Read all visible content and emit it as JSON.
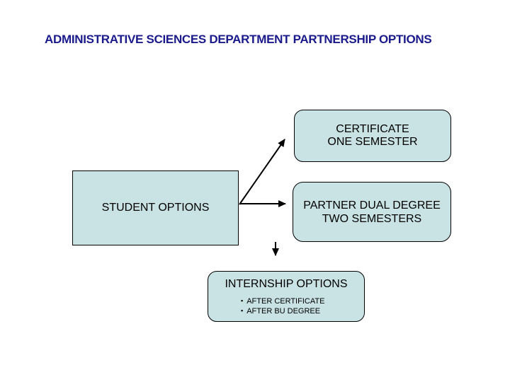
{
  "page": {
    "title": "ADMINISTRATIVE SCIENCES DEPARTMENT PARTNERSHIP OPTIONS"
  },
  "colors": {
    "title_text": "#1a1a8c",
    "box_fill": "#c9e2e4",
    "box_border": "#000000",
    "arrow": "#000000",
    "background": "#ffffff"
  },
  "diagram": {
    "student_options": {
      "label": "STUDENT OPTIONS"
    },
    "certificate": {
      "lines": [
        "CERTIFICATE",
        "ONE SEMESTER"
      ]
    },
    "partner_dual_degree": {
      "lines": [
        "PARTNER DUAL DEGREE",
        "TWO SEMESTERS"
      ]
    },
    "internship": {
      "title": "INTERNSHIP OPTIONS",
      "bullet_glyph": "▪",
      "bullets": [
        "AFTER CERTIFICATE",
        "AFTER BU DEGREE"
      ]
    },
    "connectors": [
      "student-to-certificate-arrow",
      "student-to-partner-arrow",
      "down-to-internship-arrow"
    ]
  }
}
